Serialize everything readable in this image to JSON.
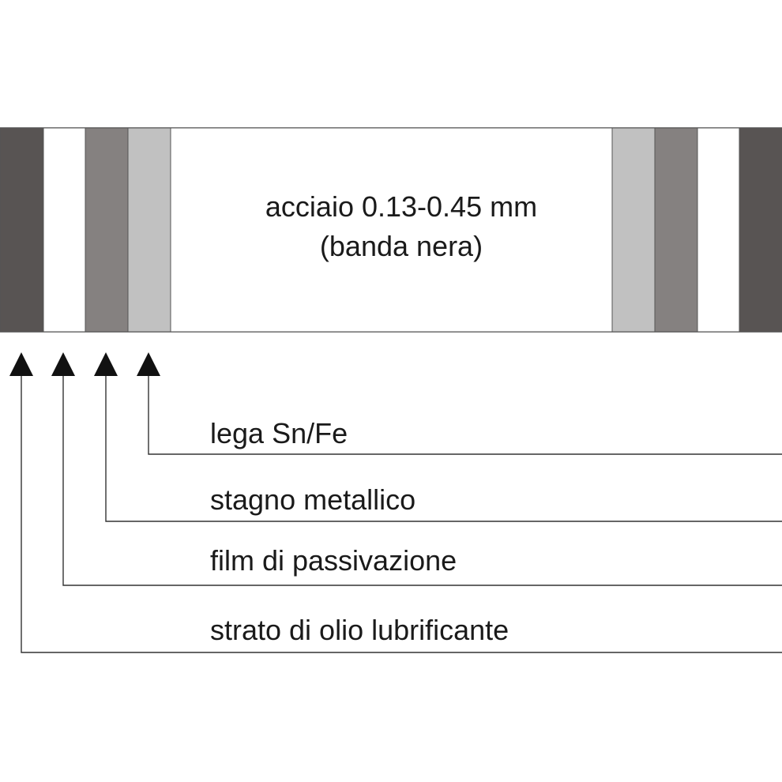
{
  "center_label": {
    "line1": "acciaio 0.13-0.45 mm",
    "line2": "(banda nera)"
  },
  "layers": {
    "oil": {
      "label": "strato di olio lubrificante",
      "color": "#585453"
    },
    "passivation": {
      "label": "film di passivazione",
      "color": "#ffffff"
    },
    "tin": {
      "label": "stagno metallico",
      "color": "#858180"
    },
    "alloy": {
      "label": "lega Sn/Fe",
      "color": "#c1c1c1"
    },
    "steel": {
      "color": "#ffffff"
    }
  },
  "arrow_icon": "triangle-up-icon"
}
